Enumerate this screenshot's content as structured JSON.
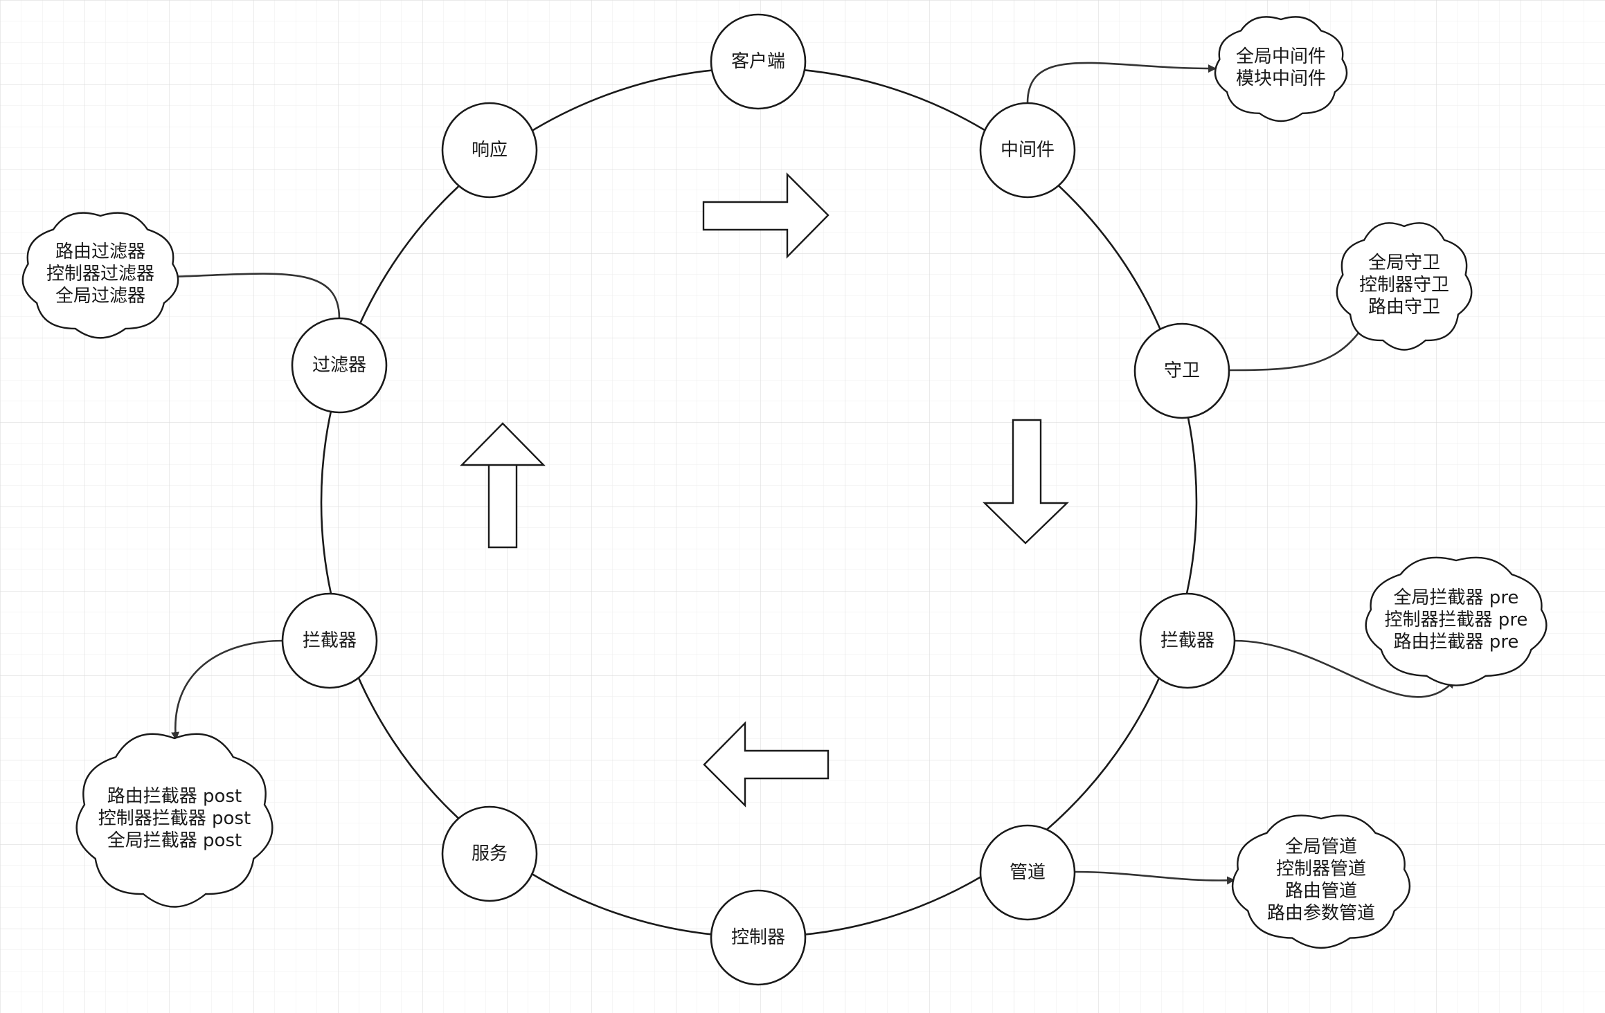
{
  "diagram": {
    "nodes": [
      {
        "id": "client",
        "label": "客户端"
      },
      {
        "id": "middleware",
        "label": "中间件"
      },
      {
        "id": "guard",
        "label": "守卫"
      },
      {
        "id": "interceptor-pre",
        "label": "拦截器"
      },
      {
        "id": "pipe",
        "label": "管道"
      },
      {
        "id": "controller",
        "label": "控制器"
      },
      {
        "id": "service",
        "label": "服务"
      },
      {
        "id": "interceptor-post",
        "label": "拦截器"
      },
      {
        "id": "filter",
        "label": "过滤器"
      },
      {
        "id": "response",
        "label": "响应"
      }
    ],
    "notes": [
      {
        "id": "middleware-note",
        "lines": [
          "全局中间件",
          "模块中间件"
        ]
      },
      {
        "id": "guard-note",
        "lines": [
          "全局守卫",
          "控制器守卫",
          "路由守卫"
        ]
      },
      {
        "id": "interceptor-pre-note",
        "lines": [
          "全局拦截器 pre",
          "控制器拦截器 pre",
          "路由拦截器 pre"
        ]
      },
      {
        "id": "pipe-note",
        "lines": [
          "全局管道",
          "控制器管道",
          "路由管道",
          "路由参数管道"
        ]
      },
      {
        "id": "interceptor-post-note",
        "lines": [
          "路由拦截器 post",
          "控制器拦截器 post",
          "全局拦截器 post"
        ]
      },
      {
        "id": "filter-note",
        "lines": [
          "路由过滤器",
          "控制器过滤器",
          "全局过滤器"
        ]
      }
    ],
    "flow_direction": "clockwise",
    "colors": {
      "stroke": "#1a1a1a",
      "background": "#ffffff",
      "grid": "#e6e6e6"
    }
  }
}
